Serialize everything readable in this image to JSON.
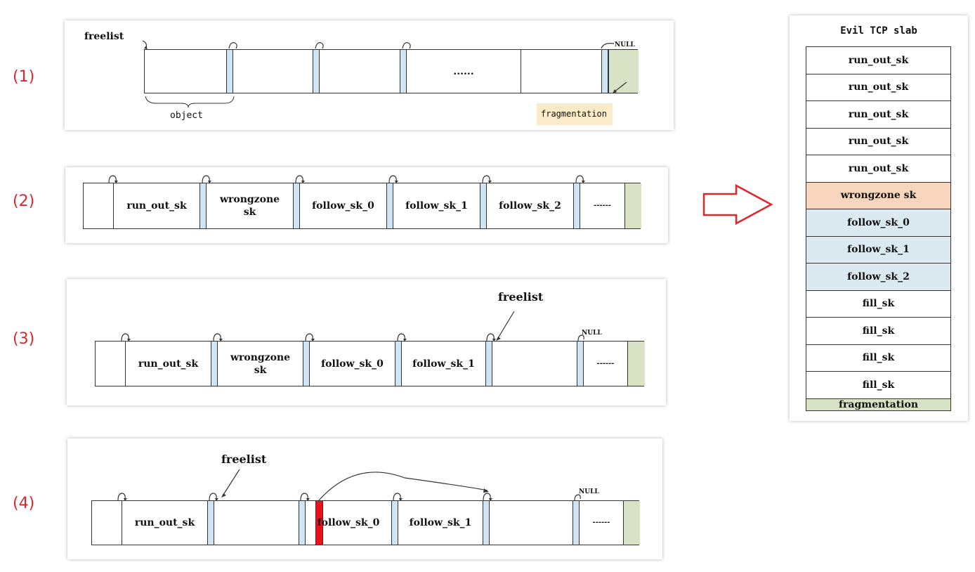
{
  "steps": [
    "(1)",
    "(2)",
    "(3)",
    "(4)"
  ],
  "panel1": {
    "freelist": "freelist",
    "null": "NULL",
    "dots": "......",
    "object": "object",
    "fragmentation": "fragmentation"
  },
  "panel2": {
    "cells": [
      "run_out_sk",
      "wrongzone\nsk",
      "follow_sk_0",
      "follow_sk_1",
      "follow_sk_2",
      "------"
    ]
  },
  "panel3": {
    "freelist": "freelist",
    "null": "NULL",
    "cells": [
      "run_out_sk",
      "wrongzone\nsk",
      "follow_sk_0",
      "follow_sk_1",
      "------"
    ]
  },
  "panel4": {
    "freelist": "freelist",
    "null": "NULL",
    "cells": [
      "run_out_sk",
      "follow_sk_0",
      "follow_sk_1",
      "------"
    ]
  },
  "slab": {
    "title": "Evil TCP slab",
    "rows": [
      "run_out_sk",
      "run_out_sk",
      "run_out_sk",
      "run_out_sk",
      "run_out_sk",
      "wrongzone sk",
      "follow_sk_0",
      "follow_sk_1",
      "follow_sk_2",
      "fill_sk",
      "fill_sk",
      "fill_sk",
      "fill_sk"
    ],
    "fragmentation": "fragmentation"
  },
  "colors": {
    "step_label": "#e0262b",
    "pointer": "#cfe4f5",
    "fragment": "#d8e2c4",
    "wrongzone": "#f8d5bd",
    "follow": "#dbeaf0",
    "corrupt": "#e8141b",
    "arrow": "#e0262b",
    "frag_label_bg": "#fbebc8"
  }
}
